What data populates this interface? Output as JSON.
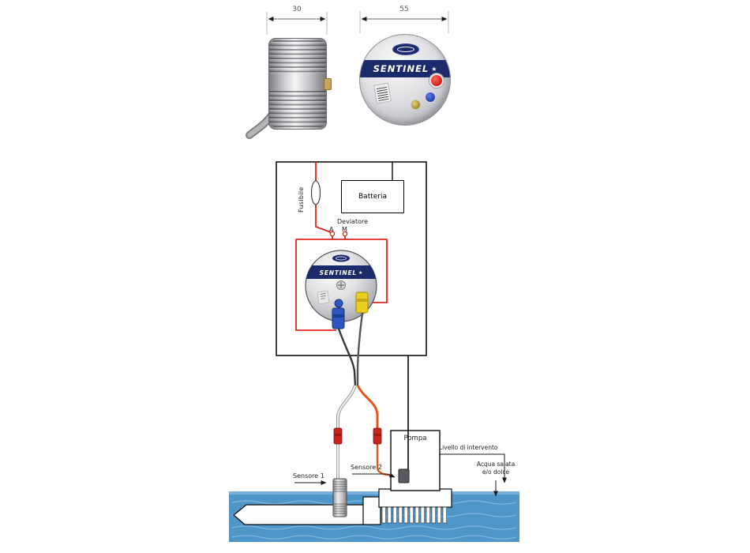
{
  "photos": {
    "side_view_dim": "30",
    "front_view_dim": "55",
    "brand": "SENTINEL",
    "star": "★"
  },
  "schematic": {
    "fuse": "Fusibile",
    "battery": "Batteria",
    "switch": "Deviatore",
    "switch_pos_a": "A",
    "switch_pos_m": "M",
    "brand": "SENTINEL",
    "star": "★",
    "pump": "Pompa",
    "level_label": "Livello di intervento",
    "water_label_1": "Acqua salata",
    "water_label_2": "e/o dolce",
    "sensor1": "Sensore 1",
    "sensor2": "Sensore 2"
  },
  "colors": {
    "wire_red": "#e2251d",
    "wire_orange": "#e2571f",
    "wire_black": "#151515",
    "navy": "#1b2a6b",
    "water": "#4f96c8",
    "connector_blue": "#2e55c0",
    "connector_yellow": "#e9ce1d"
  }
}
